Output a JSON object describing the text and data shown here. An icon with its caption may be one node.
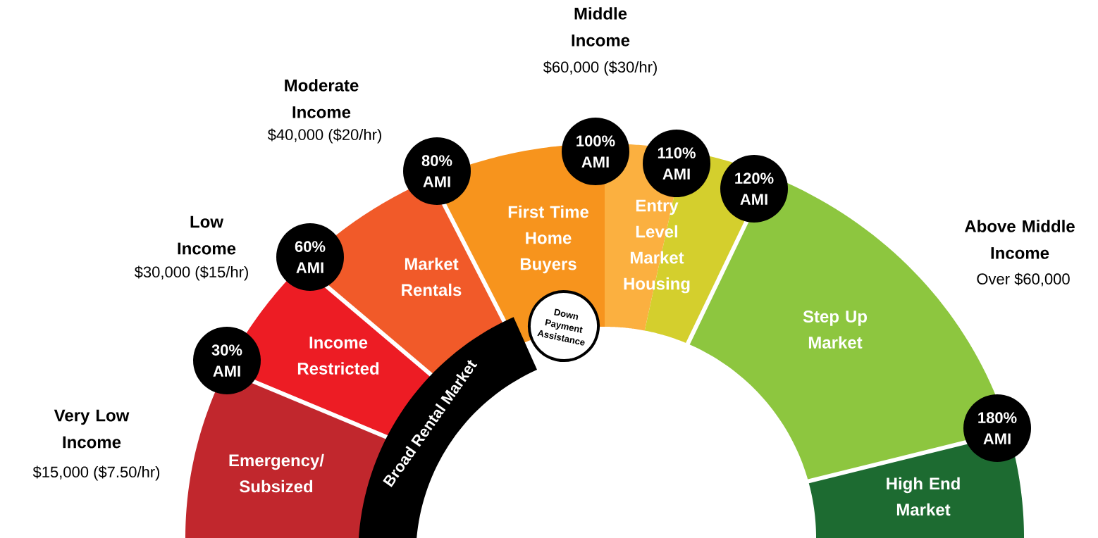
{
  "diagram": {
    "nodes": [
      {
        "text": [
          "Emergency/ Subsized"
        ]
      },
      {
        "text": [
          "Income Restricted"
        ]
      },
      {
        "text": [
          "Market Rentals"
        ]
      },
      {
        "text": [
          "First Time Home Buyers"
        ]
      },
      {
        "text": [
          "Entry Level Market Housing"
        ]
      },
      {
        "text": [
          "Step Up Market"
        ]
      },
      {
        "text": [
          "High End Market"
        ]
      },
      {
        "text": [
          "30% AMI"
        ]
      },
      {
        "text": [
          "60% AMI"
        ]
      },
      {
        "text": [
          "80% AMI"
        ]
      },
      {
        "text": [
          "100% AMI"
        ]
      },
      {
        "text": [
          "110% AMI"
        ]
      },
      {
        "text": [
          "120% AMI"
        ]
      },
      {
        "text": [
          "180% AMI"
        ]
      },
      {
        "text": [
          "Broad Rental Market"
        ]
      },
      {
        "text": [
          "Down Payment Assistance"
        ]
      }
    ],
    "labels": [
      "Middle Income",
      "$60,000 ($30/hr)",
      "Moderate Income",
      "$40,000 ($20/hr)",
      "Low Income",
      "$30,000 ($15/hr)",
      "Above Middle Income",
      "Over $60,000",
      "Very Low Income",
      "$15,000 ($7.50/hr)"
    ]
  }
}
